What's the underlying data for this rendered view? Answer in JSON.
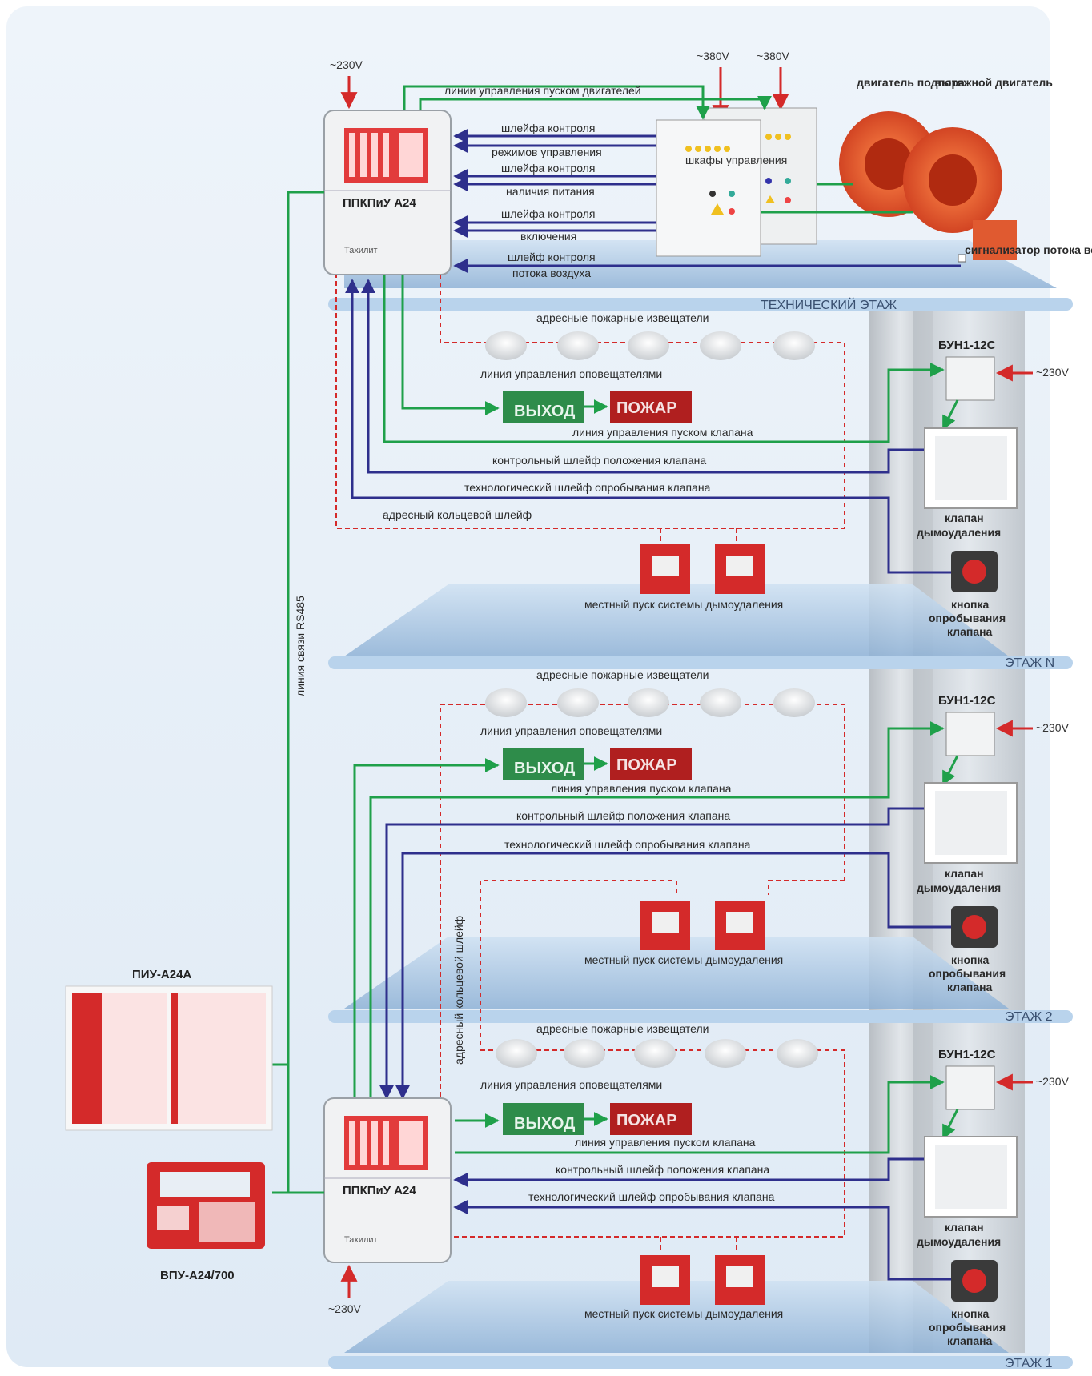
{
  "floors": {
    "technical": "ТЕХНИЧЕСКИЙ ЭТАЖ",
    "n": "ЭТАЖ N",
    "f2": "ЭТАЖ 2",
    "f1": "ЭТАЖ 1"
  },
  "voltage": {
    "v230": "~230V",
    "v380": "~380V",
    "v230_right": "~230V",
    "v230_bottom": "~230V"
  },
  "panel": {
    "name": "ППКПиУ А24",
    "brand": "Тахилит"
  },
  "technical_floor": {
    "motor_control_line": "линии управления пуском двигателей",
    "loop_control": "шлейфа контроля",
    "control_modes": "режимов управления",
    "power_presence": "наличия питания",
    "switching": "включения",
    "airflow_control": "шлейф контроля",
    "airflow": "потока воздуха",
    "cabinets": "шкафы управления",
    "supply_motor": "двигатель подпора",
    "exhaust_motor": "вытяжной двигатель",
    "airflow_sensor": "сигнализатор потока воздуха"
  },
  "floor_labels": {
    "detectors": "адресные пожарные извещатели",
    "alarm_line": "линия управления оповещателями",
    "exit_sign": "ВЫХОД",
    "fire_sign": "ПОЖАР",
    "valve_start_line": "линия управления пуском клапана",
    "valve_position_loop": "контрольный шлейф положения клапана",
    "valve_test_loop": "технологический шлейф опробывания клапана",
    "ring_loop": "адресный кольцевой шлейф",
    "local_start": "местный пуск системы дымоудаления",
    "bun": "БУН1-12С",
    "valve_1": "клапан",
    "valve_2": "дымоудаления",
    "button_1": "кнопка",
    "button_2": "опробывания",
    "button_3": "клапана"
  },
  "left": {
    "rs485": "линия связи RS485",
    "piu": "ПИУ-А24А",
    "vpu": "ВПУ-А24/700"
  },
  "colors": {
    "green": "#1fa04a",
    "navy": "#2e2f8c",
    "red_dash": "#d42a2a",
    "red_arrow": "#d42a2a",
    "slab": "#a9c6e3",
    "column": "#c9ced3"
  }
}
